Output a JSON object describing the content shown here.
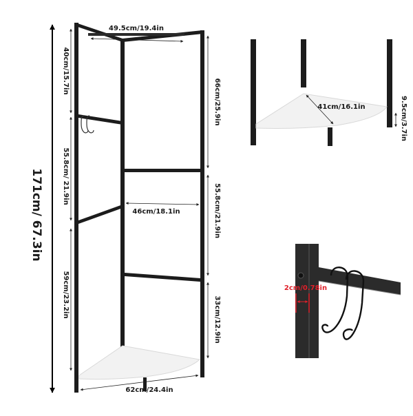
{
  "diagram": {
    "subject": "corner shelf rack with hooks",
    "colors": {
      "frame": "#1c1c1c",
      "shelf": "#f2f2f2",
      "dimension_line": "#222222",
      "highlight": "#e0202a",
      "background": "#ffffff"
    },
    "main_view": {
      "total_height": "171cm/ 67.3in",
      "top_width": "49.5cm/19.4in",
      "top_left_section": "40cm/15.7in",
      "left_middle_section": "55.8cm/ 21.9in",
      "left_bottom_section": "59cm/23.2in",
      "right_top_section": "66cm/25.9in",
      "right_middle_section": "55.8cm/21.9in",
      "right_bottom_section": "33cm/12.9in",
      "middle_width": "46cm/18.1in",
      "bottom_width": "62cm/24.4in"
    },
    "shelf_detail": {
      "shelf_depth": "41cm/16.1in",
      "leg_clearance": "9.5cm/3.7in"
    },
    "hook_detail": {
      "tube_width": "2cm/0.78in"
    }
  }
}
